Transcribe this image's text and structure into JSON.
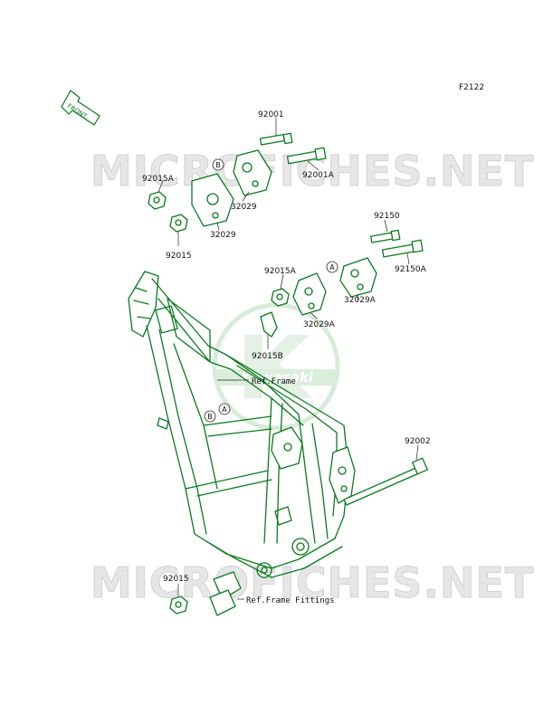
{
  "figure_code": "F2122",
  "front_label": "FRONT",
  "watermark_text": "MICROFICHES.NET",
  "logo_text": "Kawasaki",
  "ref_labels": {
    "frame": "Ref.Frame",
    "frame_fittings": "Ref.Frame Fittings"
  },
  "markers": {
    "a": "A",
    "b": "B"
  },
  "parts": {
    "p92001": "92001",
    "p92001a": "92001A",
    "p92015a_top": "92015A",
    "p32029_mid": "32029",
    "p32029_low": "32029",
    "p92015_top": "92015",
    "p92150": "92150",
    "p92150a": "92150A",
    "p92015a_mid": "92015A",
    "p32029a": "32029A",
    "p32029a_low": "32029A",
    "p92015b": "92015B",
    "p92002": "92002",
    "p92015_bottom": "92015"
  },
  "colors": {
    "part_line": "#0a7a1e",
    "watermark": "#e0e0e0",
    "logo": "#cfe7cf"
  }
}
